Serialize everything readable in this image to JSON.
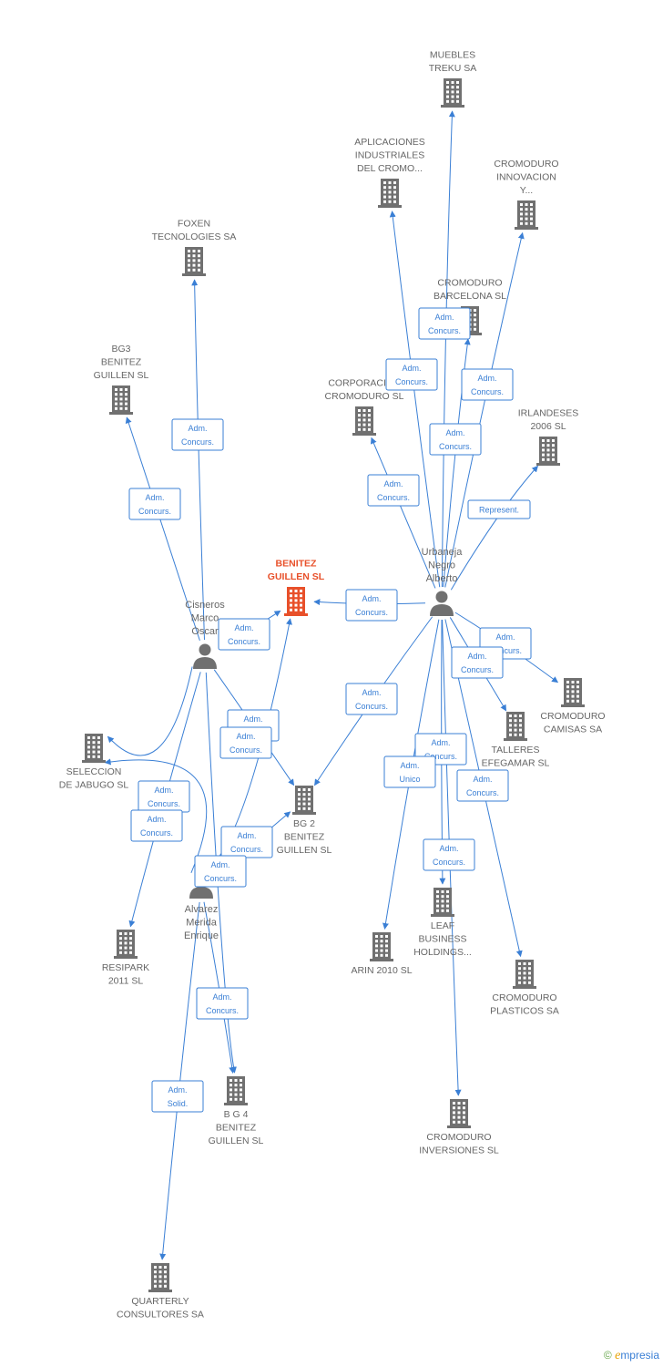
{
  "colors": {
    "edge": "#3a7fd5",
    "node": "#707070",
    "main": "#e8502a"
  },
  "nodes": [
    {
      "id": "muebles",
      "kind": "company",
      "lines": [
        "MUEBLES",
        "TREKU SA"
      ]
    },
    {
      "id": "aplicaciones",
      "kind": "company",
      "lines": [
        "APLICACIONES",
        "INDUSTRIALES",
        "DEL CROMO..."
      ]
    },
    {
      "id": "crom_innov",
      "kind": "company",
      "lines": [
        "CROMODURO",
        "INNOVACION",
        "Y..."
      ]
    },
    {
      "id": "foxen",
      "kind": "company",
      "lines": [
        "FOXEN",
        "TECNOLOGIES SA"
      ]
    },
    {
      "id": "crom_bcn",
      "kind": "company",
      "lines": [
        "CROMODURO",
        "BARCELONA SL"
      ]
    },
    {
      "id": "bg3",
      "kind": "company",
      "lines": [
        "BG3",
        "BENITEZ",
        "GUILLEN SL"
      ]
    },
    {
      "id": "corporacion",
      "kind": "company",
      "lines": [
        "CORPORACION",
        "CROMODURO SL"
      ]
    },
    {
      "id": "irlandeses",
      "kind": "company",
      "lines": [
        "IRLANDESES",
        "2006 SL"
      ]
    },
    {
      "id": "urbaneja",
      "kind": "person",
      "lines": [
        "Urbaneja",
        "Negro",
        "Alberto"
      ]
    },
    {
      "id": "benitez",
      "kind": "main",
      "lines": [
        "BENITEZ",
        "GUILLEN SL"
      ]
    },
    {
      "id": "cisneros",
      "kind": "person",
      "lines": [
        "Cisneros",
        "Marco",
        "Oscar"
      ]
    },
    {
      "id": "crom_camisas",
      "kind": "company",
      "lines": [
        "CROMODURO",
        "CAMISAS SA"
      ]
    },
    {
      "id": "talleres",
      "kind": "company",
      "lines": [
        "TALLERES",
        "EFEGAMAR SL"
      ]
    },
    {
      "id": "seleccion",
      "kind": "company",
      "lines": [
        "SELECCION",
        "DE JABUGO SL"
      ]
    },
    {
      "id": "bg2",
      "kind": "company",
      "lines": [
        "BG 2",
        "BENITEZ",
        "GUILLEN SL"
      ]
    },
    {
      "id": "alvarez",
      "kind": "person",
      "lines": [
        "Alvarez",
        "Merida",
        "Enrique"
      ]
    },
    {
      "id": "leaf",
      "kind": "company",
      "lines": [
        "LEAF",
        "BUSINESS",
        "HOLDINGS..."
      ]
    },
    {
      "id": "resipark",
      "kind": "company",
      "lines": [
        "RESIPARK",
        "2011  SL"
      ]
    },
    {
      "id": "arin",
      "kind": "company",
      "lines": [
        "ARIN 2010 SL"
      ]
    },
    {
      "id": "crom_plasticos",
      "kind": "company",
      "lines": [
        "CROMODURO",
        "PLASTICOS SA"
      ]
    },
    {
      "id": "bg4",
      "kind": "company",
      "lines": [
        "B G 4",
        "BENITEZ",
        "GUILLEN SL"
      ]
    },
    {
      "id": "crom_inversiones",
      "kind": "company",
      "lines": [
        "CROMODURO",
        "INVERSIONES SL"
      ]
    },
    {
      "id": "quarterly",
      "kind": "company",
      "lines": [
        "QUARTERLY",
        "CONSULTORES SA"
      ]
    }
  ],
  "edges": [
    {
      "from": "urbaneja",
      "to": "muebles",
      "lines": [
        "Adm.",
        "Concurs."
      ]
    },
    {
      "from": "urbaneja",
      "to": "aplicaciones",
      "lines": [
        "Adm.",
        "Concurs."
      ]
    },
    {
      "from": "urbaneja",
      "to": "crom_innov",
      "lines": [
        "Adm.",
        "Concurs."
      ]
    },
    {
      "from": "urbaneja",
      "to": "crom_bcn",
      "lines": [
        "Adm.",
        "Concurs."
      ]
    },
    {
      "from": "urbaneja",
      "to": "corporacion",
      "lines": [
        "Adm.",
        "Concurs."
      ]
    },
    {
      "from": "urbaneja",
      "to": "irlandeses",
      "lines": [
        "Represent."
      ]
    },
    {
      "from": "urbaneja",
      "to": "benitez",
      "lines": [
        "Adm.",
        "Concurs."
      ]
    },
    {
      "from": "urbaneja",
      "to": "crom_camisas",
      "lines": [
        "Adm.",
        "Concurs."
      ]
    },
    {
      "from": "urbaneja",
      "to": "talleres",
      "lines": [
        "Adm.",
        "Concurs."
      ]
    },
    {
      "from": "urbaneja",
      "to": "bg2",
      "lines": [
        "Adm.",
        "Concurs."
      ]
    },
    {
      "from": "urbaneja",
      "to": "leaf",
      "lines": [
        "Adm.",
        "Concurs."
      ]
    },
    {
      "from": "urbaneja",
      "to": "arin",
      "lines": [
        "Adm.",
        "Unico"
      ]
    },
    {
      "from": "urbaneja",
      "to": "crom_plasticos",
      "lines": [
        "Adm.",
        "Concurs."
      ]
    },
    {
      "from": "urbaneja",
      "to": "crom_inversiones",
      "lines": [
        "Adm.",
        "Concurs."
      ]
    },
    {
      "from": "cisneros",
      "to": "foxen",
      "lines": [
        "Adm.",
        "Concurs."
      ]
    },
    {
      "from": "cisneros",
      "to": "bg3",
      "lines": [
        "Adm.",
        "Concurs."
      ]
    },
    {
      "from": "cisneros",
      "to": "benitez",
      "lines": [
        "Adm.",
        "Concurs."
      ]
    },
    {
      "from": "cisneros",
      "to": "bg2",
      "lines": [
        "Adm.",
        "Concurs."
      ]
    },
    {
      "from": "cisneros",
      "to": "seleccion",
      "lines": [
        "Adm.",
        "Concurs."
      ]
    },
    {
      "from": "cisneros",
      "to": "resipark",
      "lines": [
        "Adm.",
        "Concurs."
      ]
    },
    {
      "from": "cisneros",
      "to": "bg4",
      "lines": [
        "Adm.",
        "Concurs."
      ]
    },
    {
      "from": "alvarez",
      "to": "seleccion",
      "lines": [
        "Adm.",
        "Concurs."
      ]
    },
    {
      "from": "alvarez",
      "to": "benitez",
      "lines": [
        "Adm.",
        "Concurs."
      ]
    },
    {
      "from": "alvarez",
      "to": "bg2",
      "lines": [
        "Adm.",
        "Concurs."
      ]
    },
    {
      "from": "alvarez",
      "to": "bg4",
      "lines": [
        "Adm.",
        "Concurs."
      ]
    },
    {
      "from": "alvarez",
      "to": "quarterly",
      "lines": [
        "Adm.",
        "Solid."
      ]
    }
  ],
  "credit": {
    "copyright": "©",
    "brand_initial": "e",
    "brand_rest": "mpresia"
  }
}
